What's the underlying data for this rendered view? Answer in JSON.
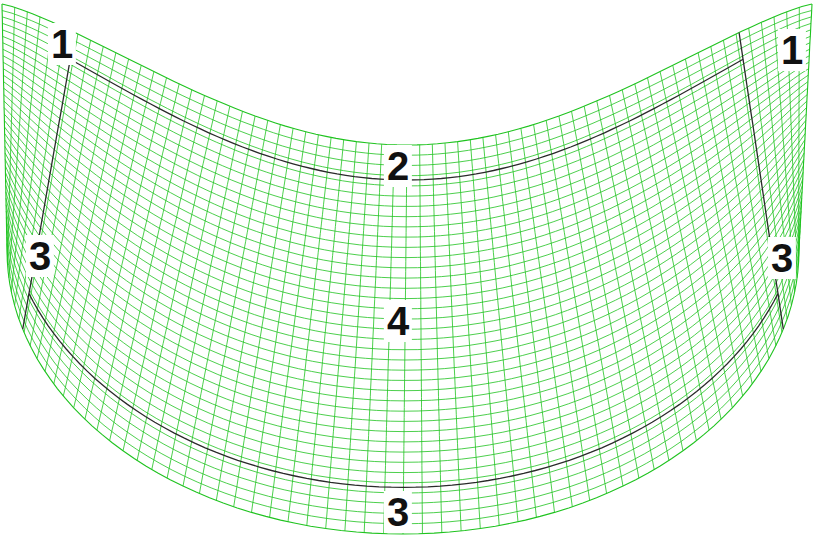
{
  "diagram": {
    "labels": [
      "1",
      "1",
      "2",
      "3",
      "3",
      "4",
      "3"
    ]
  }
}
